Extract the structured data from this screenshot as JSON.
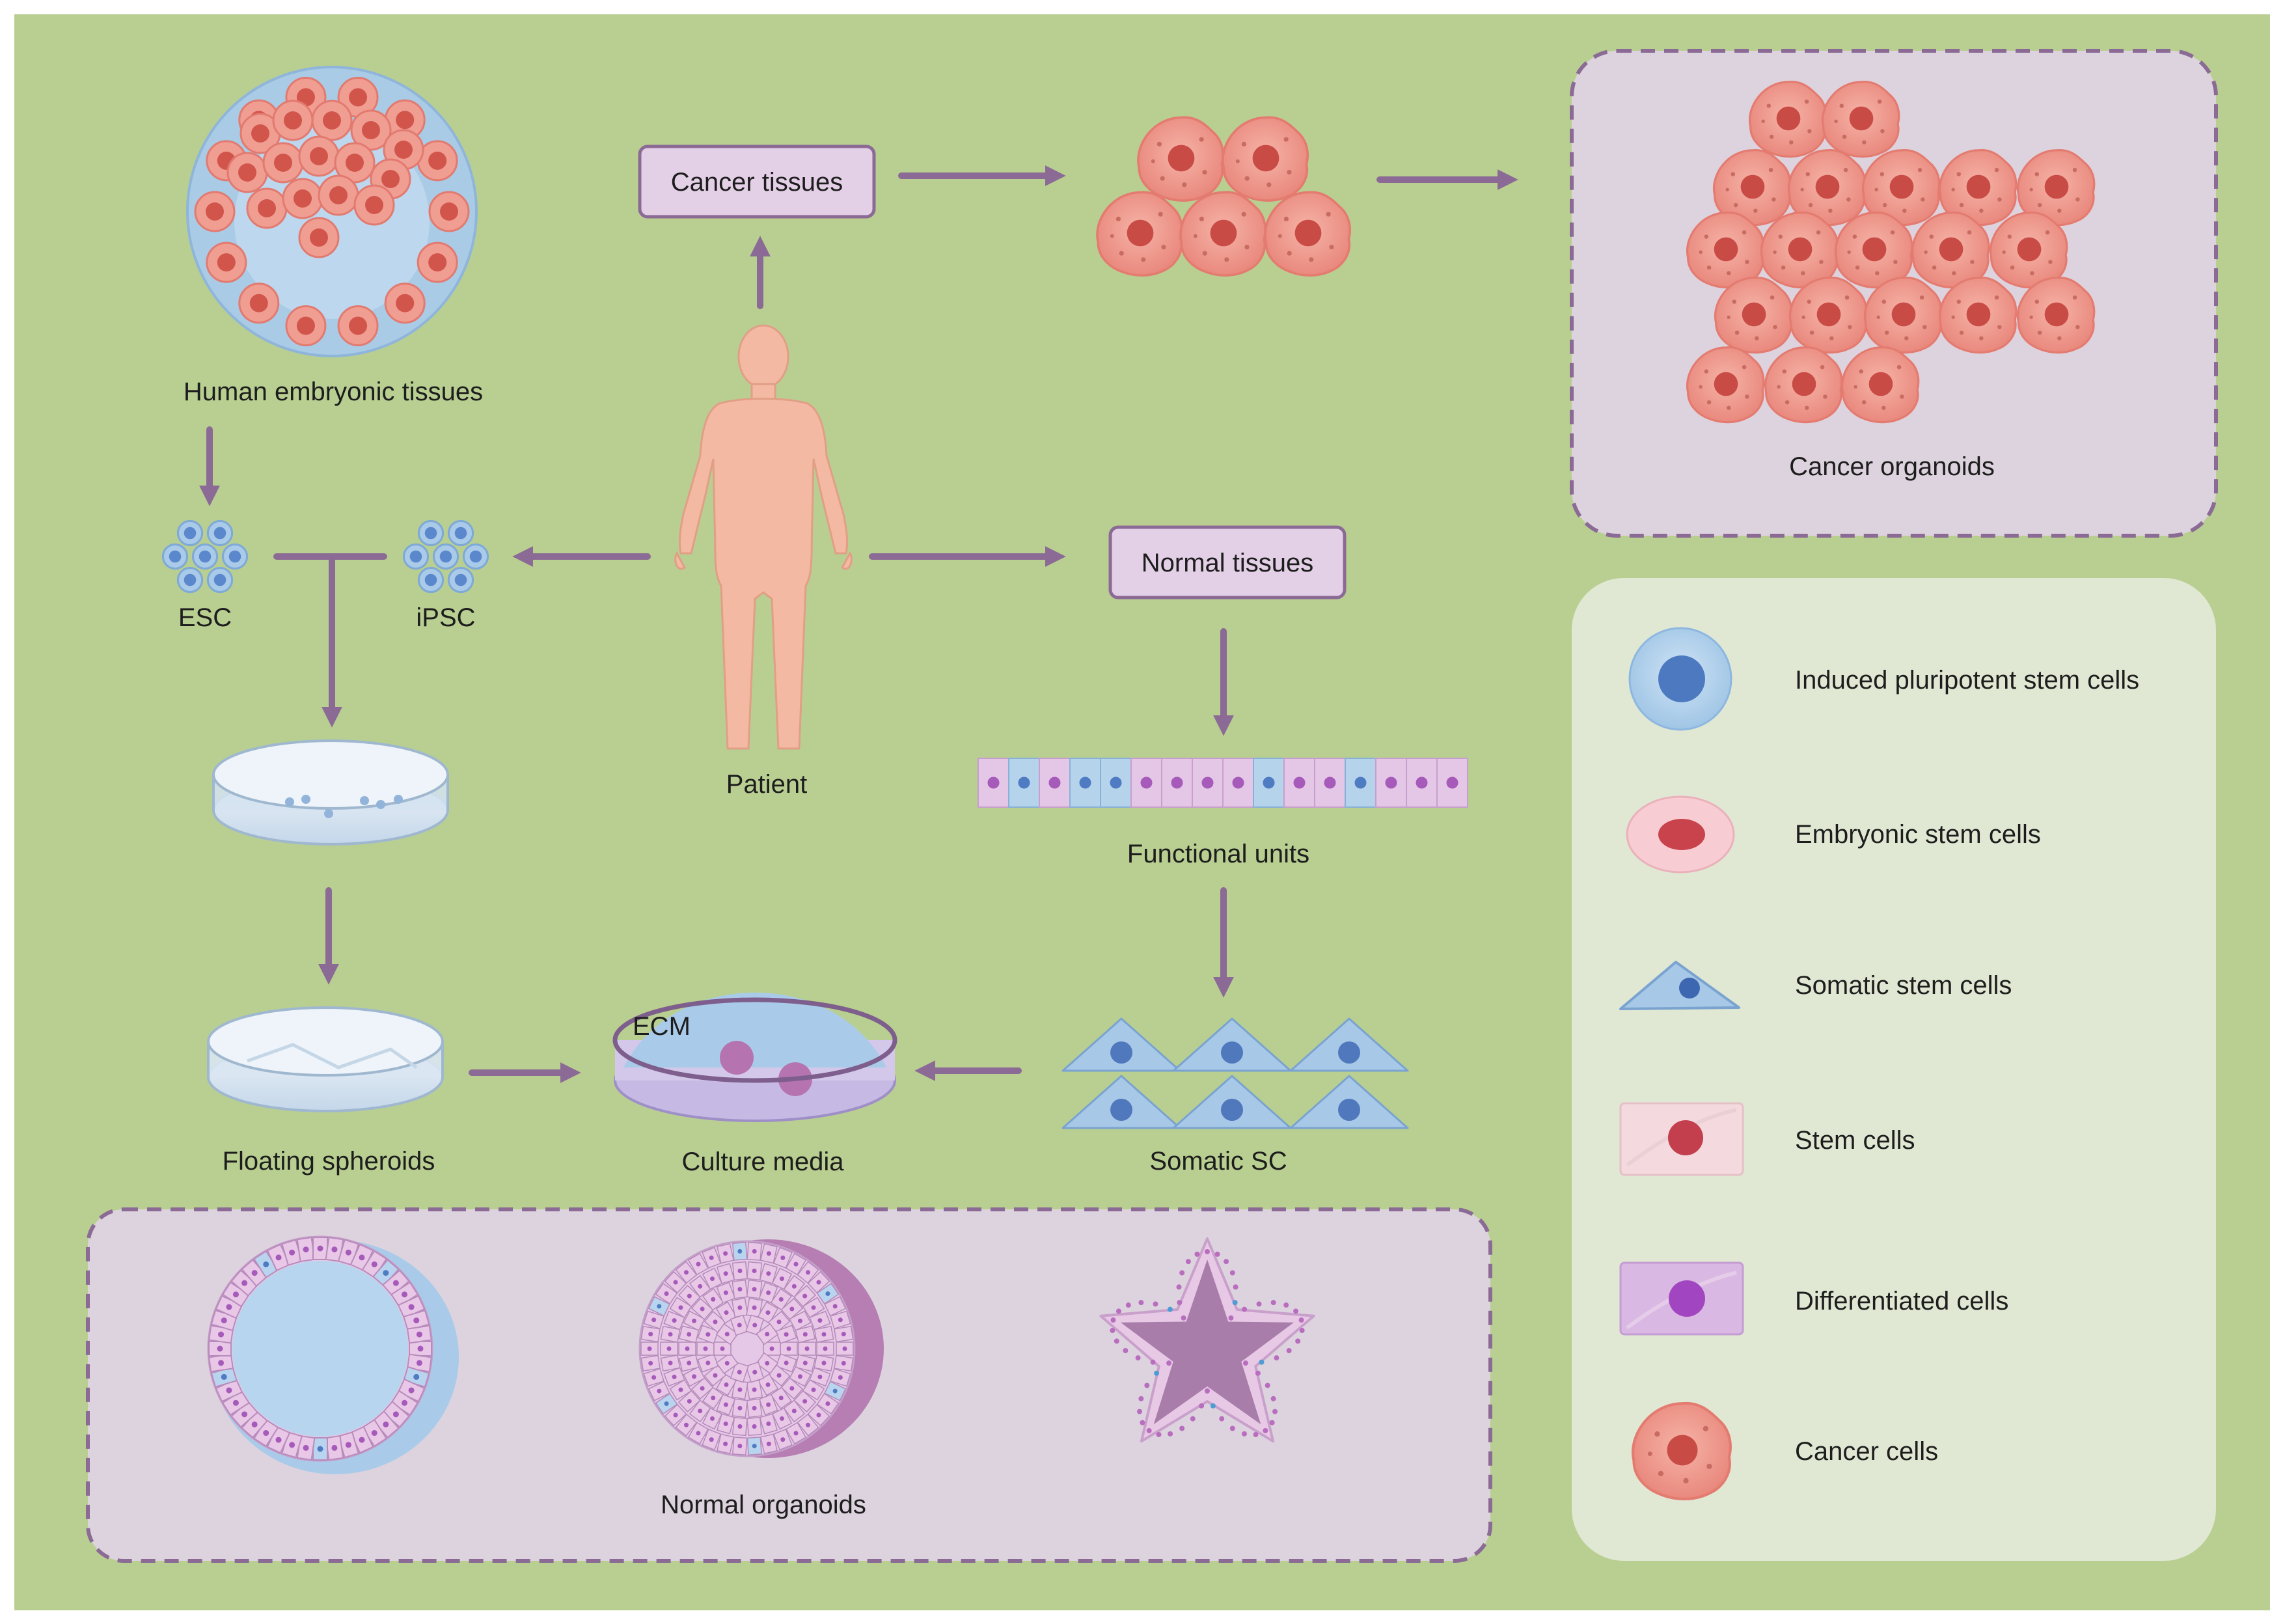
{
  "labels": {
    "human_embryonic_tissues": "Human embryonic tissues",
    "esc": "ESC",
    "ipsc": "iPSC",
    "patient": "Patient",
    "cancer_tissues": "Cancer tissues",
    "normal_tissues": "Normal tissues",
    "functional_units": "Functional units",
    "somatic_sc": "Somatic SC",
    "culture_media": "Culture media",
    "ecm": "ECM",
    "floating_spheroids": "Floating spheroids",
    "cancer_organoids": "Cancer organoids",
    "normal_organoids": "Normal organoids"
  },
  "legend": [
    {
      "label": "Induced pluripotent stem cells",
      "icon": "ipsc-cell-icon"
    },
    {
      "label": "Embryonic stem cells",
      "icon": "esc-cell-icon"
    },
    {
      "label": "Somatic stem cells",
      "icon": "somatic-stem-cell-icon"
    },
    {
      "label": "Stem cells",
      "icon": "stem-cell-icon"
    },
    {
      "label": "Differentiated cells",
      "icon": "differentiated-cell-icon"
    },
    {
      "label": "Cancer cells",
      "icon": "cancer-cell-icon"
    }
  ],
  "colors": {
    "background": "#b9cf91",
    "arrow": "#8b6b95",
    "label_box_fill": "#e3cfe6",
    "panel_fill": "#ddd3de",
    "legend_fill": "#e0e8d3",
    "cancer_cell": "#ef9c91",
    "cancer_nucleus": "#c94e47",
    "stem_blue": "#a9cce9",
    "nucleus_blue": "#5a86c9",
    "differentiated_purple": "#dcc3e1",
    "nucleus_purple": "#a95bbf"
  }
}
